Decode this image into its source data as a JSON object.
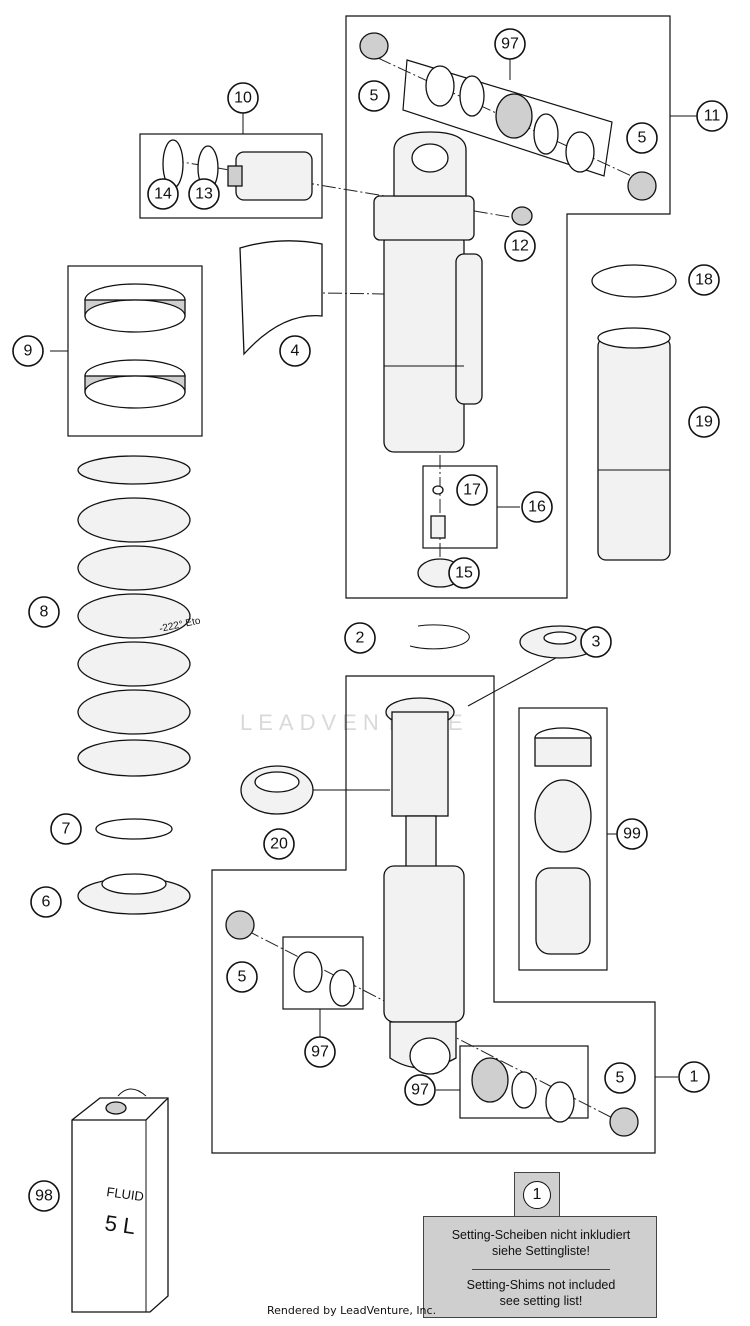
{
  "diagram": {
    "callouts": [
      {
        "id": "c1",
        "label": "1"
      },
      {
        "id": "c2",
        "label": "2"
      },
      {
        "id": "c3",
        "label": "3"
      },
      {
        "id": "c4",
        "label": "4"
      },
      {
        "id": "c5a",
        "label": "5"
      },
      {
        "id": "c5b",
        "label": "5"
      },
      {
        "id": "c5c",
        "label": "5"
      },
      {
        "id": "c5d",
        "label": "5"
      },
      {
        "id": "c6",
        "label": "6"
      },
      {
        "id": "c7",
        "label": "7"
      },
      {
        "id": "c8",
        "label": "8"
      },
      {
        "id": "c9",
        "label": "9"
      },
      {
        "id": "c10",
        "label": "10"
      },
      {
        "id": "c11",
        "label": "11"
      },
      {
        "id": "c12",
        "label": "12"
      },
      {
        "id": "c13",
        "label": "13"
      },
      {
        "id": "c14",
        "label": "14"
      },
      {
        "id": "c15",
        "label": "15"
      },
      {
        "id": "c16",
        "label": "16"
      },
      {
        "id": "c17",
        "label": "17"
      },
      {
        "id": "c18",
        "label": "18"
      },
      {
        "id": "c19",
        "label": "19"
      },
      {
        "id": "c20",
        "label": "20"
      },
      {
        "id": "c97a",
        "label": "97"
      },
      {
        "id": "c97b",
        "label": "97"
      },
      {
        "id": "c97c",
        "label": "97"
      },
      {
        "id": "c98",
        "label": "98"
      },
      {
        "id": "c99",
        "label": "99"
      }
    ],
    "can_label_line1": "FLUID",
    "can_label_line2": "5 L",
    "spring_marking": "-222° Eto"
  },
  "note": {
    "tab_label": "1",
    "de_line1": "Setting-Scheiben nicht inkludiert",
    "de_line2": "siehe Settingliste!",
    "en_line1": "Setting-Shims not included",
    "en_line2": "see setting list!"
  },
  "watermark": "LEADVENTURE",
  "footer": "Rendered by LeadVenture, Inc."
}
